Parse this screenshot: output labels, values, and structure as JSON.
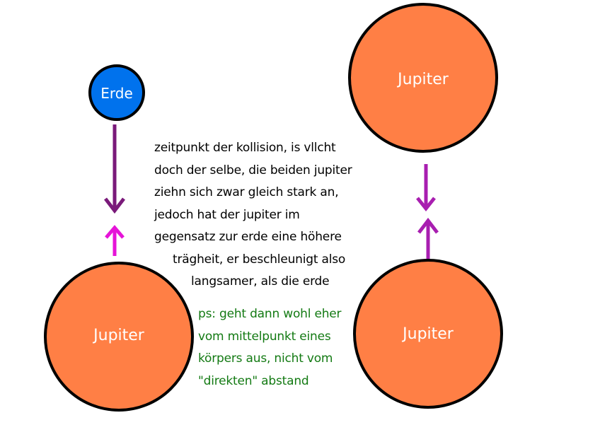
{
  "colors": {
    "erde_fill": "#0072ed",
    "jupiter_fill": "#ff7f45",
    "outline": "#000000",
    "body_label": "#ffffff",
    "arrow_purple": "#7a1a7a",
    "arrow_magenta": "#e614d8",
    "arrow_violet": "#a81eb0",
    "text_main": "#000000",
    "text_ps": "#137a13"
  },
  "bodies": {
    "erde": {
      "label": "Erde"
    },
    "jupiter_left_bottom": {
      "label": "Jupiter"
    },
    "jupiter_right_top": {
      "label": "Jupiter"
    },
    "jupiter_right_bottom": {
      "label": "Jupiter"
    }
  },
  "notes": {
    "main": [
      "zeitpunkt der kollision, is vllcht",
      "doch der selbe, die beiden jupiter",
      "ziehn sich zwar gleich stark an,",
      "jedoch hat der jupiter im",
      "gegensatz zur erde eine höhere",
      "     trägheit, er beschleunigt also",
      "          langsamer, als die erde"
    ],
    "ps": [
      "ps: geht dann wohl eher",
      "vom mittelpunkt eines",
      "körpers aus, nicht vom",
      "\"direkten\" abstand"
    ]
  }
}
